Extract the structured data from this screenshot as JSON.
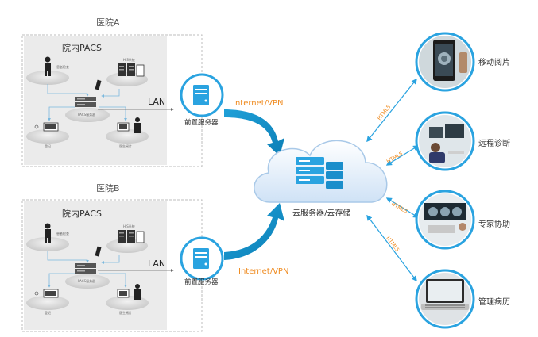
{
  "hospitals": [
    {
      "title": "医院A",
      "pacs_title": "院内PACS",
      "nodes": {
        "patient": "患者检查",
        "his": "HIS系统",
        "pacs_server": "PACS服务器",
        "registration": "登记",
        "reading": "医生阅片"
      },
      "lan": "LAN",
      "front_server": "前置服务器",
      "wan": "Internet/VPN"
    },
    {
      "title": "医院B",
      "pacs_title": "院内PACS",
      "nodes": {
        "patient": "患者检查",
        "his": "HIS系统",
        "pacs_server": "PACS服务器",
        "registration": "登记",
        "reading": "医生阅片"
      },
      "lan": "LAN",
      "front_server": "前置服务器",
      "wan": "Internet/VPN"
    }
  ],
  "cloud": {
    "label": "云服务器/云存储"
  },
  "links": {
    "protocol": "HTML5"
  },
  "clients": [
    {
      "label": "移动阅片",
      "icon": "mobile-reading-icon"
    },
    {
      "label": "远程诊断",
      "icon": "remote-diagnosis-icon"
    },
    {
      "label": "专家协助",
      "icon": "expert-assist-icon"
    },
    {
      "label": "管理病历",
      "icon": "records-management-icon"
    }
  ],
  "colors": {
    "accent_blue": "#2aa3e0",
    "wan_orange": "#ef8a1e",
    "panel_gray": "#ebebeb",
    "cloud_fill": "#dcebf9"
  }
}
